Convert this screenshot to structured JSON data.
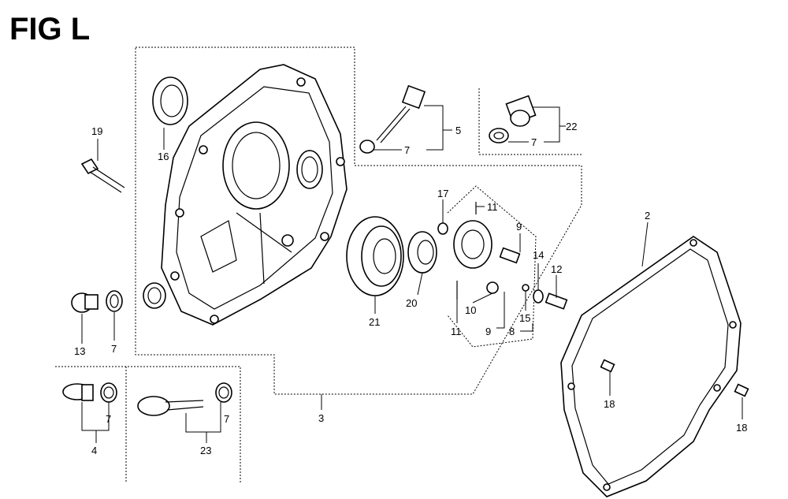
{
  "figure": {
    "title": "FIG L"
  },
  "callouts": [
    {
      "id": "c19",
      "text": "19"
    },
    {
      "id": "c16",
      "text": "16"
    },
    {
      "id": "c13",
      "text": "13"
    },
    {
      "id": "c7a",
      "text": "7"
    },
    {
      "id": "c7b",
      "text": "7"
    },
    {
      "id": "c5",
      "text": "5"
    },
    {
      "id": "c22",
      "text": "22"
    },
    {
      "id": "c7c",
      "text": "7"
    },
    {
      "id": "c17",
      "text": "17"
    },
    {
      "id": "c11a",
      "text": "11"
    },
    {
      "id": "c9a",
      "text": "9"
    },
    {
      "id": "c14",
      "text": "14"
    },
    {
      "id": "c12",
      "text": "12"
    },
    {
      "id": "c20",
      "text": "20"
    },
    {
      "id": "c21",
      "text": "21"
    },
    {
      "id": "c10",
      "text": "10"
    },
    {
      "id": "c15",
      "text": "15"
    },
    {
      "id": "c11b",
      "text": "11"
    },
    {
      "id": "c9b",
      "text": "9"
    },
    {
      "id": "c8",
      "text": "8"
    },
    {
      "id": "c2",
      "text": "2"
    },
    {
      "id": "c18a",
      "text": "18"
    },
    {
      "id": "c18b",
      "text": "18"
    },
    {
      "id": "c3",
      "text": "3"
    },
    {
      "id": "c4",
      "text": "4"
    },
    {
      "id": "c7d",
      "text": "7"
    },
    {
      "id": "c23",
      "text": "23"
    },
    {
      "id": "c7e",
      "text": "7"
    }
  ]
}
